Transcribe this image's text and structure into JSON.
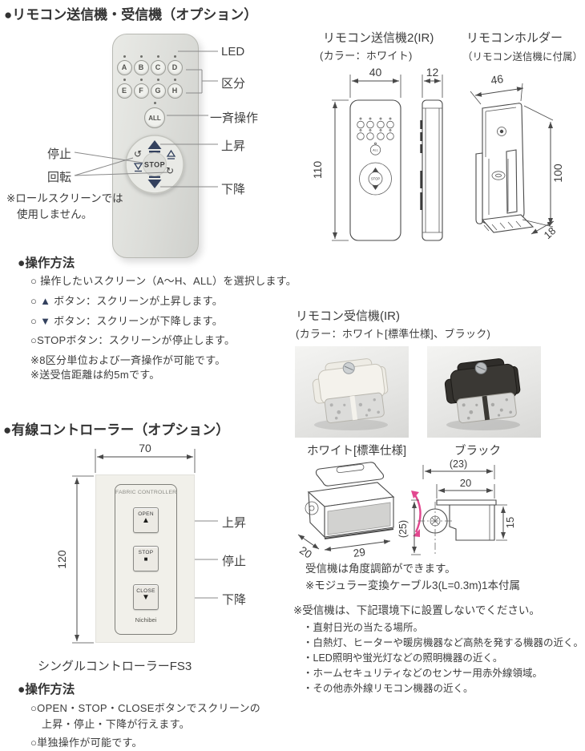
{
  "doc": {
    "section1_title": "●リモコン送信機・受信機（オプション）",
    "section2_title": "●有線コントローラー（オプション）"
  },
  "remote": {
    "buttons": [
      "A",
      "B",
      "C",
      "D",
      "E",
      "F",
      "G",
      "H"
    ],
    "all_label": "ALL",
    "stop_label": "STOP",
    "callout_led": "LED",
    "callout_group": "区分",
    "callout_all": "一斉操作",
    "callout_up": "上昇",
    "callout_stop": "停止",
    "callout_rotate": "回転",
    "callout_down": "下降",
    "note1": "※ロールスクリーンでは",
    "note2": "使用しません。"
  },
  "op1": {
    "heading": "●操作方法",
    "item1": "○ 操作したいスクリーン（A～H、ALL）を選択します。",
    "item2_pre": "○ ",
    "item2_glyph": "▲",
    "item2_text": " ボタン：スクリーンが上昇します。",
    "item3_pre": "○ ",
    "item3_glyph": "▼",
    "item3_text": " ボタン：スクリーンが下降します。",
    "item4": "○STOPボタン：スクリーンが停止します。",
    "note1": "※8区分単位および一斉操作が可能です。",
    "note2": "※送受信距離は約5mです。"
  },
  "transmitter": {
    "title": "リモコン送信機2(IR)",
    "subtitle": "(カラー：ホワイト)",
    "dim_width": "40",
    "dim_depth": "12",
    "dim_height": "110",
    "all_label": "ALL",
    "stop_label": "STOP"
  },
  "holder": {
    "title": "リモコンホルダー",
    "subtitle": "（リモコン送信機に付属）",
    "dim_width": "46",
    "dim_height": "100",
    "dim_depth": "18"
  },
  "wired": {
    "dim_width": "70",
    "dim_height": "120",
    "panel_title": "FABRIC CONTROLLER",
    "btn_open_label": "OPEN",
    "btn_open_glyph": "▲",
    "btn_stop_label": "STOP",
    "btn_stop_glyph": "■",
    "btn_close_label": "CLOSE",
    "btn_close_glyph": "▼",
    "brand": "Nichibei",
    "callout_up": "上昇",
    "callout_stop": "停止",
    "callout_down": "下降",
    "product": "シングルコントローラーFS3"
  },
  "op2": {
    "heading": "●操作方法",
    "line1": "○OPEN・STOP・CLOSEボタンでスクリーンの",
    "line2": "上昇・停止・下降が行えます。",
    "line3": "○単独操作が可能です。"
  },
  "receiver": {
    "title": "リモコン受信機(IR)",
    "subtitle": "(カラー：ホワイト[標準仕様]、ブラック)",
    "caption_white": "ホワイト[標準仕様]",
    "caption_black": "ブラック",
    "dim_iso_depth": "20",
    "dim_iso_width": "29",
    "dim_side_total_width": "(23)",
    "dim_side_width": "20",
    "dim_side_total_height": "(25)",
    "dim_side_height": "15",
    "note_angle": "受信機は角度調節ができます。",
    "note_cable": "※モジュラー変換ケーブル3(L=0.3m)1本付属",
    "warning_title": "※受信機は、下記環境下に設置しないでください。",
    "warning1": "・直射日光の当たる場所。",
    "warning2": "・白熱灯、ヒーターや暖房機器など高熱を発する機器の近く。",
    "warning3": "・LED照明や蛍光灯などの照明機器の近く。",
    "warning4": "・ホームセキュリティなどのセンサー用赤外線領域。",
    "warning5": "・その他赤外線リモコン機器の近く。"
  }
}
